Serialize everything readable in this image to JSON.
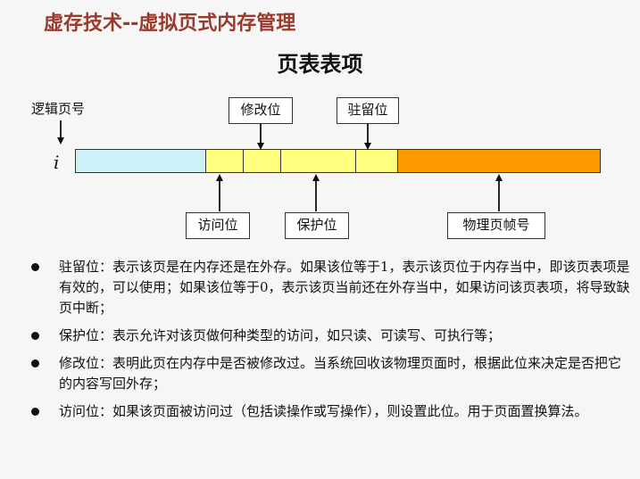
{
  "header": {
    "title": "虚存技术--虚拟页式内存管理",
    "subtitle": "页表表项"
  },
  "diagram": {
    "logical_page_label": "逻辑页号",
    "entry_index": "i",
    "field_labels": {
      "modified": "修改位",
      "resident": "驻留位",
      "access": "访问位",
      "protection": "保护位",
      "frame_number": "物理页帧号"
    },
    "colors": {
      "index_segment": "#cdf1f6",
      "flag_segment": "#ffff80",
      "frame_segment": "#ff9900"
    }
  },
  "bullets": [
    {
      "text": "驻留位：表示该页是在内存还是在外存。如果该位等于1，表示该页位于内存当中，即该页表项是有效的，可以使用；如果该位等于0，表示该页当前还在外存当中，如果访问该页表项，将导致缺页中断；"
    },
    {
      "text": "保护位：表示允许对该页做何种类型的访问，如只读、可读写、可执行等；"
    },
    {
      "text": "修改位：表明此页在内存中是否被修改过。当系统回收该物理页面时，根据此位来决定是否把它的内容写回外存；"
    },
    {
      "text": "访问位：如果该页面被访问过（包括读操作或写操作），则设置此位。用于页面置换算法。"
    }
  ]
}
